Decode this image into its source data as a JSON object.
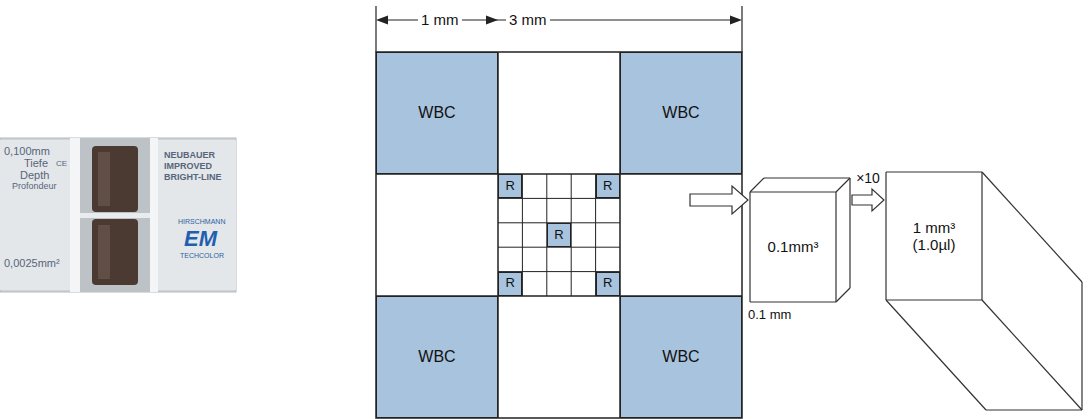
{
  "diagram": {
    "nodes": [
      {
        "text": [
          "WBC"
        ]
      },
      {
        "text": [
          "WBC"
        ]
      },
      {
        "text": [
          "R"
        ]
      },
      {
        "text": [
          "R"
        ]
      },
      {
        "text": [
          "R"
        ]
      },
      {
        "text": [
          "0.1mm³"
        ]
      },
      {
        "text": [
          "1 mm³",
          "(1.0µl)"
        ]
      },
      {
        "text": [
          "R"
        ]
      },
      {
        "text": [
          "R"
        ]
      },
      {
        "text": [
          "WBC"
        ]
      },
      {
        "text": [
          "WBC"
        ]
      }
    ],
    "edges": [
      {
        "from": 5,
        "to": 6,
        "arrow": "to",
        "label": "×10"
      }
    ],
    "labels": [
      "1 mm",
      "3 mm",
      "0.1 mm",
      "0,100mm",
      "Tiefe",
      "CE",
      "Depth",
      "Profondeur",
      "0,0025mm²",
      "NEUBAUER",
      "IMPROVED",
      "BRIGHT-LINE",
      "HIRSCHMANN",
      "EM",
      "TECHCOLOR"
    ]
  }
}
